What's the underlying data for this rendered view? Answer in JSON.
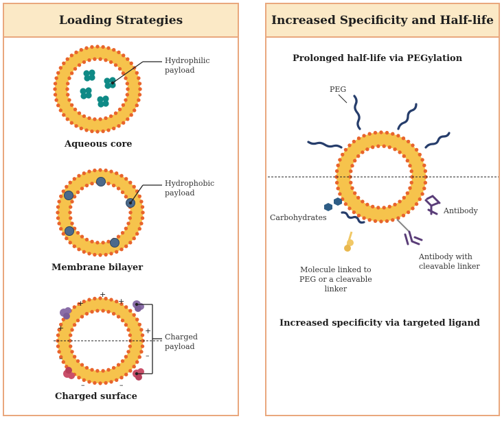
{
  "left_panel": {
    "title": "Loading Strategies",
    "sections": [
      {
        "caption": "Aqueous core",
        "annotation": [
          "Hydrophilic",
          "payload"
        ]
      },
      {
        "caption": "Membrane bilayer",
        "annotation": [
          "Hydrophobic",
          "payload"
        ]
      },
      {
        "caption": "Charged surface",
        "annotation": [
          "Charged",
          "payload"
        ]
      }
    ]
  },
  "right_panel": {
    "title": "Increased Specificity and Half-life",
    "top_heading": "Prolonged half-life via PEGylation",
    "bottom_heading": "Increased specificity via targeted ligand",
    "labels": {
      "peg": "PEG",
      "carbohydrates": "Carbohydrates",
      "antibody": "Antibody",
      "antibody_cleavable": [
        "Antibody with",
        "cleavable linker"
      ],
      "molecule_linked": [
        "Molecule linked to",
        "PEG or a cleavable",
        "linker"
      ]
    }
  },
  "colors": {
    "border": "#e9a77d",
    "header_bg": "#fbe9c6",
    "lipid_head": "#e8642c",
    "lipid_tail": "#f6c34c",
    "hydrophilic_payload": "#0f8a86",
    "hydrophobic_payload": "#4b6a8c",
    "charged_purple": "#8a6ea8",
    "charged_red": "#c9506a",
    "peg": "#263d6b",
    "carbohydrate": "#2e5d86",
    "antibody": "#5a3d78",
    "linked_molecule": "#f1c866"
  }
}
